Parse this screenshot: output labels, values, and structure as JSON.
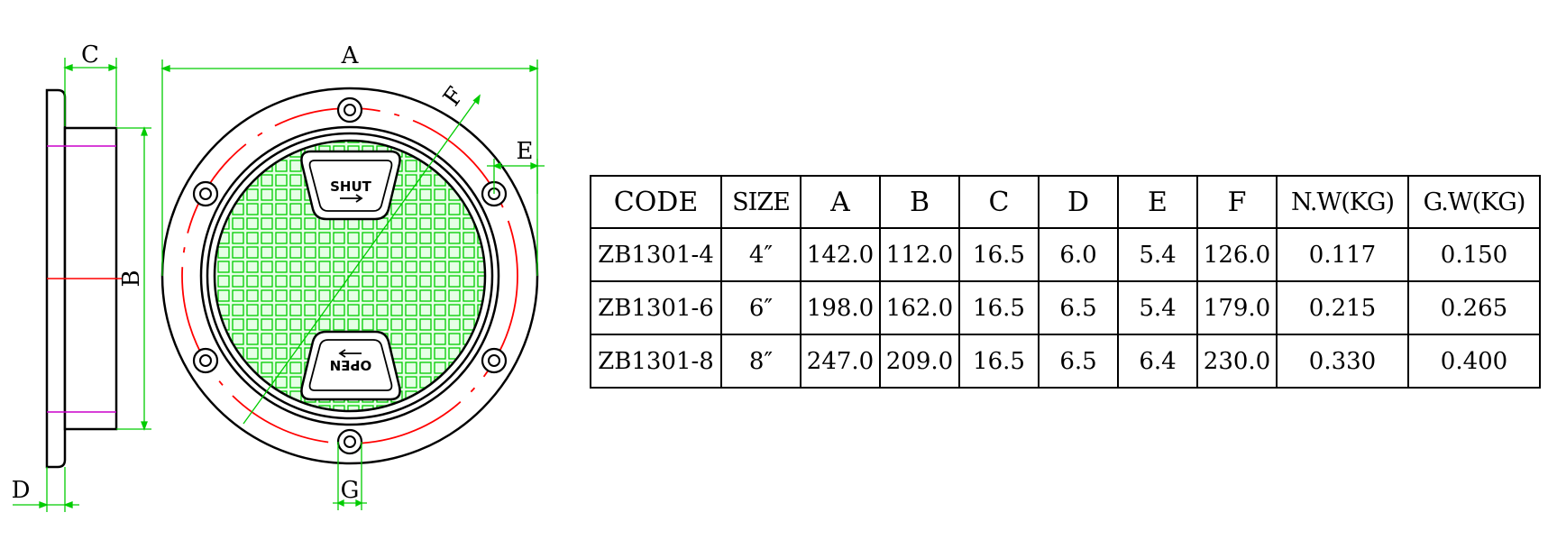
{
  "drawing": {
    "dimension_labels": {
      "a": "A",
      "b": "B",
      "c": "C",
      "d": "D",
      "e": "E",
      "f": "F",
      "g": "G"
    },
    "buttons": {
      "shut": "SHUT",
      "open": "OPEN"
    },
    "colors": {
      "outline": "#000000",
      "dimension": "#00cc00",
      "bolt_circle": "#ff0000",
      "grid": "#00cc00",
      "grid_fill": "#e6ffe6",
      "section_marks": "#cc00cc"
    }
  },
  "table": {
    "headers": [
      "CODE",
      "SIZE",
      "A",
      "B",
      "C",
      "D",
      "E",
      "F",
      "N.W(KG)",
      "G.W(KG)"
    ],
    "rows": [
      [
        "ZB1301-4",
        "4″",
        "142.0",
        "112.0",
        "16.5",
        "6.0",
        "5.4",
        "126.0",
        "0.117",
        "0.150"
      ],
      [
        "ZB1301-6",
        "6″",
        "198.0",
        "162.0",
        "16.5",
        "6.5",
        "5.4",
        "179.0",
        "0.215",
        "0.265"
      ],
      [
        "ZB1301-8",
        "8″",
        "247.0",
        "209.0",
        "16.5",
        "6.5",
        "6.4",
        "230.0",
        "0.330",
        "0.400"
      ]
    ]
  }
}
